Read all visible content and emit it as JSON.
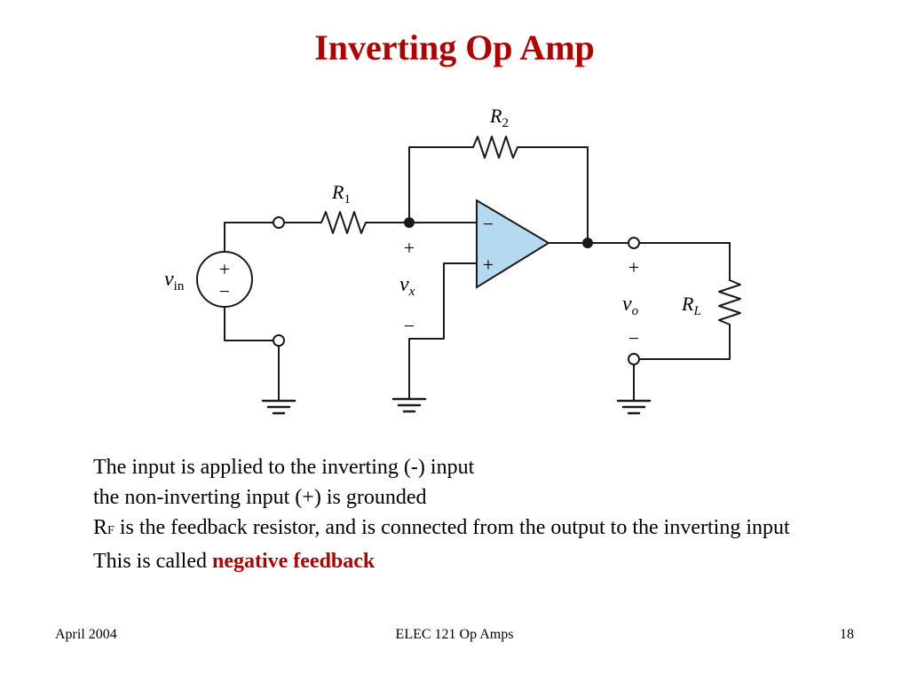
{
  "title": "Inverting Op Amp",
  "circuit": {
    "r1_label": "R",
    "r1_sub": "1",
    "r2_label": "R",
    "r2_sub": "2",
    "rl_label": "R",
    "rl_sub": "L",
    "vin_label": "v",
    "vin_sub": "in",
    "vx_label": "v",
    "vx_sub": "x",
    "vo_label": "v",
    "vo_sub": "o",
    "plus": "+",
    "minus": "−",
    "opamp_fill": "#b5d9ee",
    "wire_color": "#1a1a1a"
  },
  "body": {
    "line1": "The input is applied to the inverting (-) input",
    "line2": "the non-inverting input (+) is grounded",
    "line3_prefix": "R",
    "line3_sub": "F",
    "line3_rest": " is the feedback resistor, and is connected from the output to the inverting input",
    "line4_prefix": "This is called ",
    "line4_emph": "negative feedback"
  },
  "footer": {
    "left": "April  2004",
    "center": "ELEC 121  Op Amps",
    "right": "18"
  }
}
